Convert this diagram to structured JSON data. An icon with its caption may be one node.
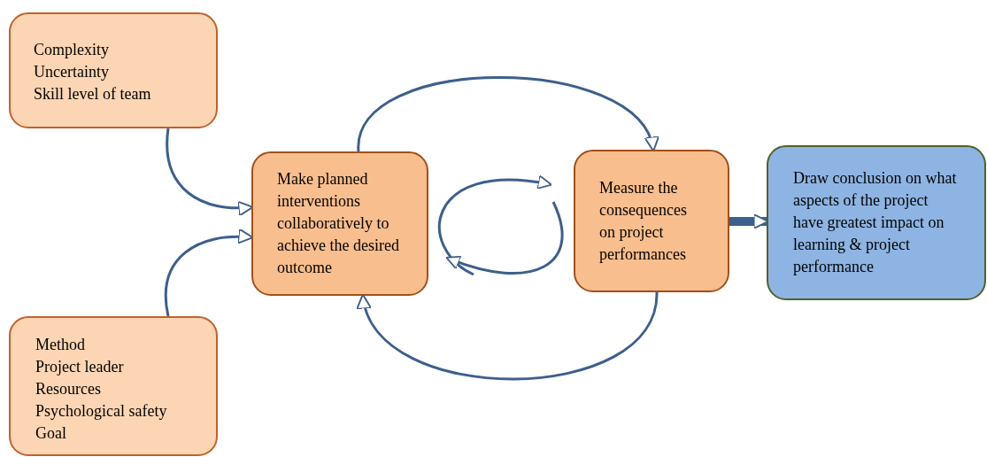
{
  "diagram": {
    "nodes": [
      {
        "text": [
          "Complexity",
          "Uncertainty",
          "Skill level of team"
        ]
      },
      {
        "text": [
          "Method",
          "Project leader",
          "Resources",
          "Psychological safety",
          "Goal"
        ]
      },
      {
        "text": [
          "Make planned interventions collaboratively to achieve the desired outcome"
        ]
      },
      {
        "text": [
          "Measure the consequences on project performances"
        ]
      },
      {
        "text": [
          "Draw conclusion on what aspects of the project have greatest impact on learning & project performance"
        ]
      }
    ],
    "edges": [
      {
        "from": 0,
        "to": 2,
        "arrow": "to"
      },
      {
        "from": 1,
        "to": 2,
        "arrow": "to"
      },
      {
        "from": 2,
        "to": 3,
        "arrow": "to"
      },
      {
        "from": 3,
        "to": 2,
        "arrow": "to"
      },
      {
        "from": 3,
        "to": 4,
        "arrow": "to",
        "style": "thick"
      }
    ]
  }
}
